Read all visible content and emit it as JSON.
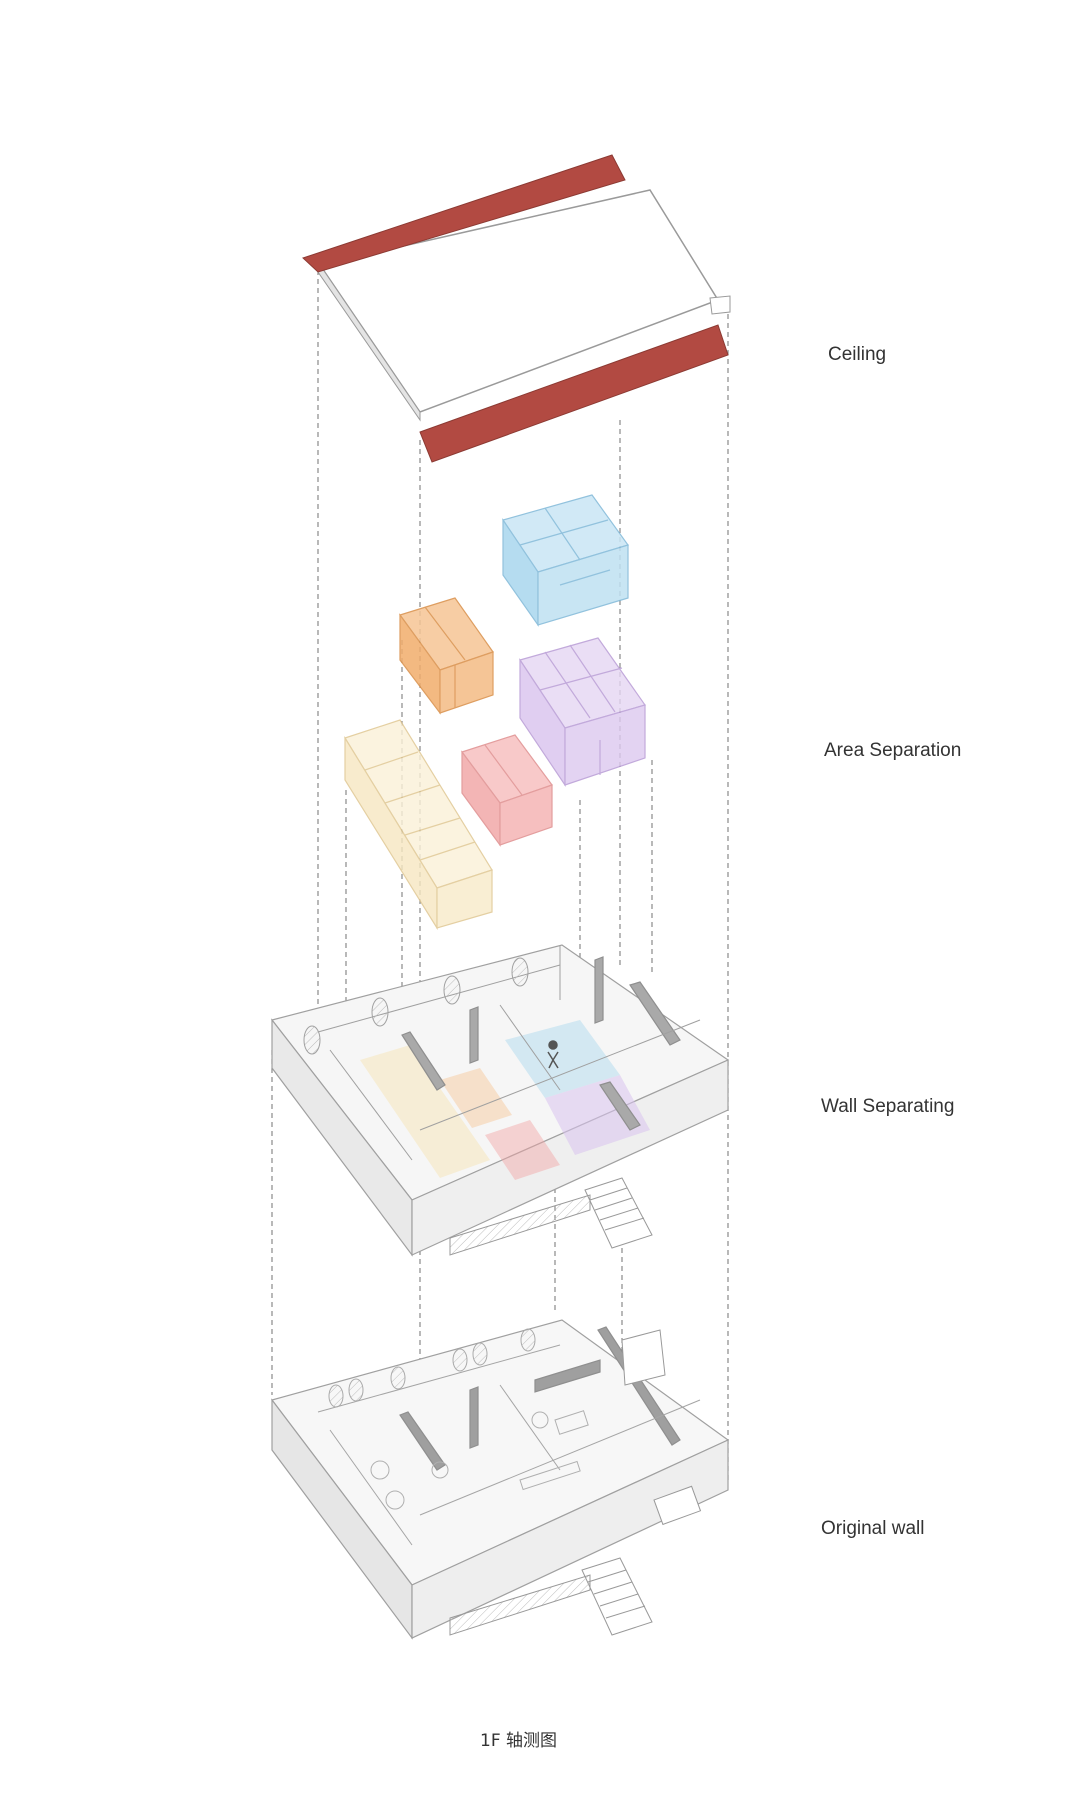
{
  "layers": {
    "ceiling": "Ceiling",
    "area_separation": "Area Separation",
    "wall_separating": "Wall Separating",
    "original_wall": "Original wall"
  },
  "caption": "1F 轴测图",
  "colors": {
    "ceiling_band": "#b24a42",
    "zone_blue": "#a9d7ee",
    "zone_orange": "#f1ad6c",
    "zone_purple": "#d9c3ee",
    "zone_red": "#f1a3a3",
    "zone_yellow": "#f7e7c1",
    "line": "#999999",
    "dashed": "#8a8a8a"
  }
}
